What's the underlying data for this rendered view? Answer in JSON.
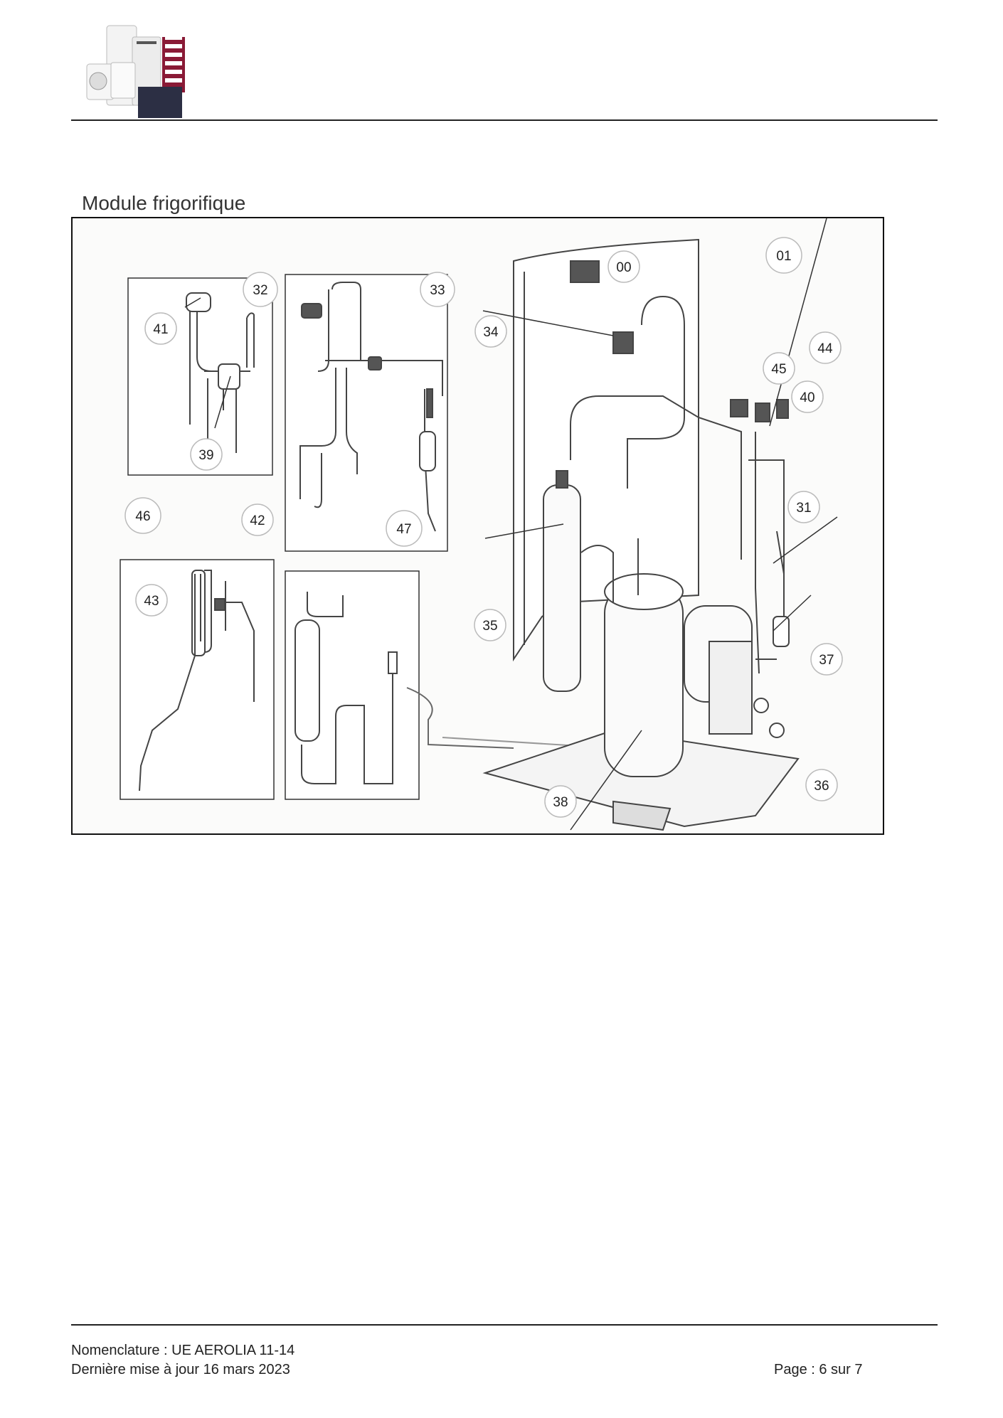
{
  "header": {
    "logo_icon": "product-range-logo"
  },
  "section": {
    "title": "Module frigorifique"
  },
  "diagram": {
    "callouts": [
      {
        "id": "c00",
        "label": "00"
      },
      {
        "id": "c01",
        "label": "01"
      },
      {
        "id": "c31",
        "label": "31"
      },
      {
        "id": "c32",
        "label": "32"
      },
      {
        "id": "c33",
        "label": "33"
      },
      {
        "id": "c34",
        "label": "34"
      },
      {
        "id": "c35",
        "label": "35"
      },
      {
        "id": "c36",
        "label": "36"
      },
      {
        "id": "c37",
        "label": "37"
      },
      {
        "id": "c38",
        "label": "38"
      },
      {
        "id": "c39",
        "label": "39"
      },
      {
        "id": "c40",
        "label": "40"
      },
      {
        "id": "c41",
        "label": "41"
      },
      {
        "id": "c42",
        "label": "42"
      },
      {
        "id": "c43",
        "label": "43"
      },
      {
        "id": "c44",
        "label": "44"
      },
      {
        "id": "c45",
        "label": "45"
      },
      {
        "id": "c46",
        "label": "46"
      },
      {
        "id": "c47",
        "label": "47"
      }
    ]
  },
  "footer": {
    "nomenclature": "Nomenclature : UE AEROLIA 11-14",
    "updated": "Dernière mise à jour 16 mars 2023",
    "page": "Page : 6 sur 7"
  }
}
